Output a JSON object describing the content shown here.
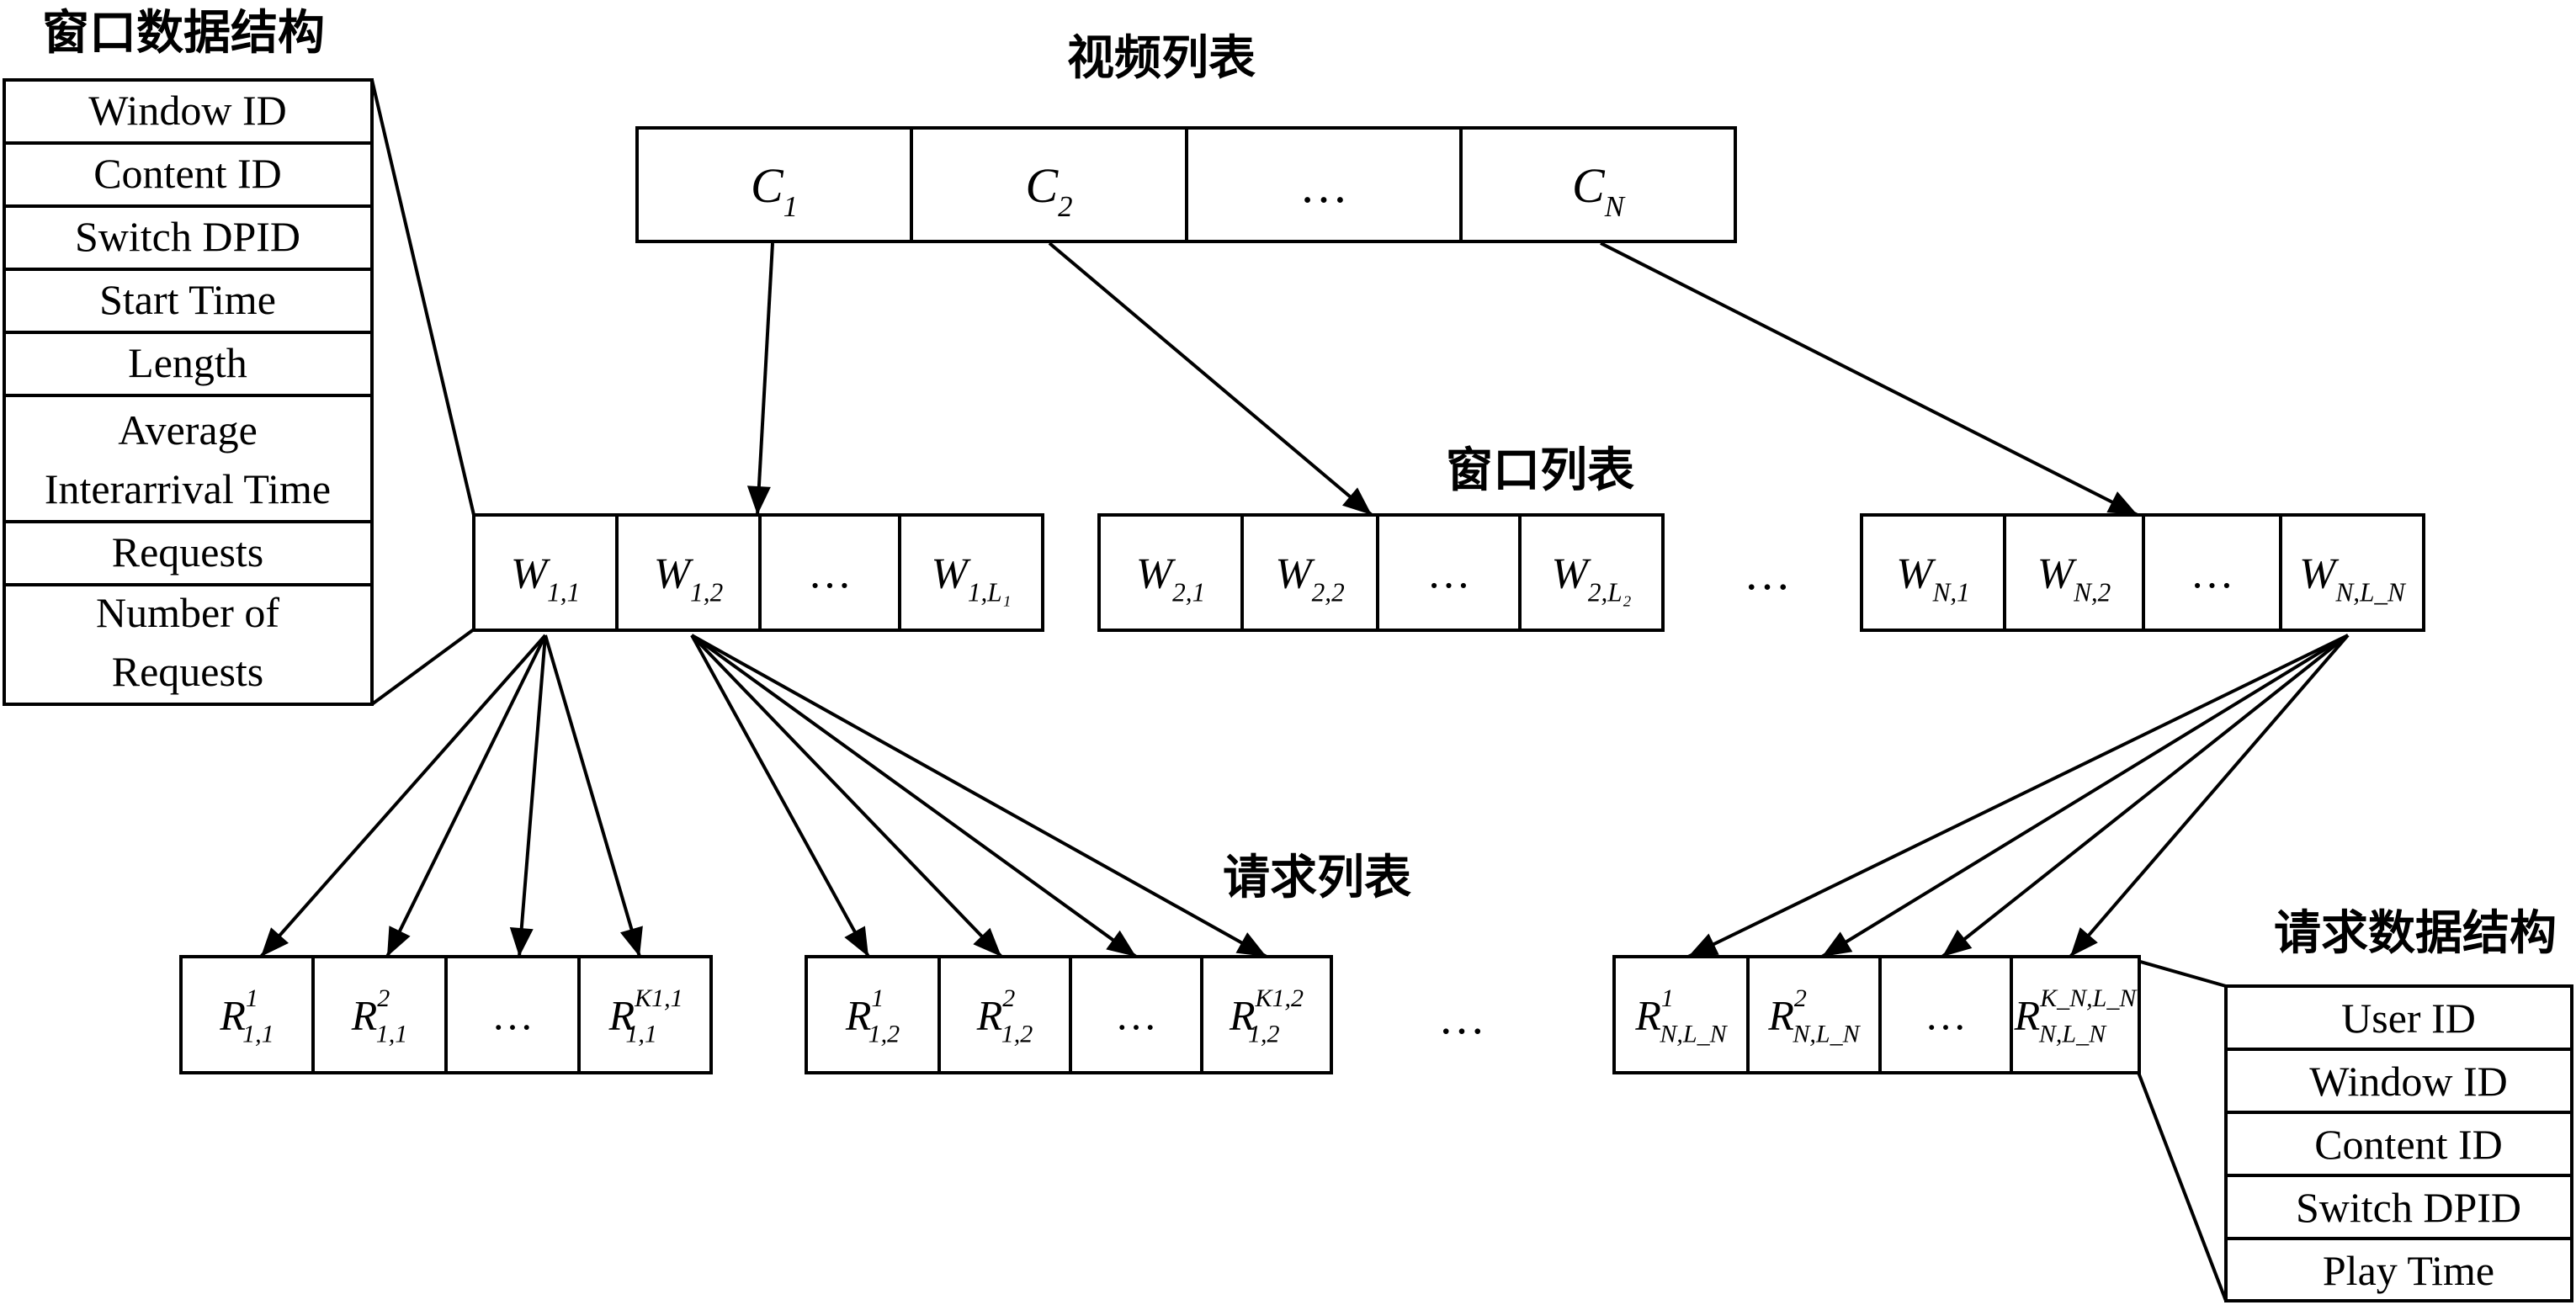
{
  "titles": {
    "video_list": "视频列表",
    "window_list": "窗口列表",
    "request_list": "请求列表",
    "window_struct": "窗口数据结构",
    "request_struct": "请求数据结构"
  },
  "window_struct_fields": [
    "Window ID",
    "Content ID",
    "Switch DPID",
    "Start Time",
    "Length",
    "Average",
    "Interarrival Time",
    "Requests",
    "Number of",
    "Requests"
  ],
  "request_struct_fields": [
    "User ID",
    "Window ID",
    "Content ID",
    "Switch DPID",
    "Play Time"
  ],
  "video_cells": [
    {
      "base": "C",
      "sub": "1",
      "sup": ""
    },
    {
      "base": "C",
      "sub": "2",
      "sup": ""
    },
    {
      "base": "…",
      "sub": "",
      "sup": ""
    },
    {
      "base": "C",
      "sub": "N",
      "sup": ""
    }
  ],
  "window_groups": [
    [
      {
        "base": "W",
        "sub": "1,1",
        "sup": ""
      },
      {
        "base": "W",
        "sub": "1,2",
        "sup": ""
      },
      {
        "base": "…",
        "sub": "",
        "sup": ""
      },
      {
        "base": "W",
        "sub": "1,L₁",
        "sup": ""
      }
    ],
    [
      {
        "base": "W",
        "sub": "2,1",
        "sup": ""
      },
      {
        "base": "W",
        "sub": "2,2",
        "sup": ""
      },
      {
        "base": "…",
        "sub": "",
        "sup": ""
      },
      {
        "base": "W",
        "sub": "2,L₂",
        "sup": ""
      }
    ],
    [
      {
        "base": "W",
        "sub": "N,1",
        "sup": ""
      },
      {
        "base": "W",
        "sub": "N,2",
        "sup": ""
      },
      {
        "base": "…",
        "sub": "",
        "sup": ""
      },
      {
        "base": "W",
        "sub": "N,L_N",
        "sup": ""
      }
    ]
  ],
  "request_groups": [
    [
      {
        "base": "R",
        "sub": "1,1",
        "sup": "1"
      },
      {
        "base": "R",
        "sub": "1,1",
        "sup": "2"
      },
      {
        "base": "…",
        "sub": "",
        "sup": ""
      },
      {
        "base": "R",
        "sub": "1,1",
        "sup": "K1,1"
      }
    ],
    [
      {
        "base": "R",
        "sub": "1,2",
        "sup": "1"
      },
      {
        "base": "R",
        "sub": "1,2",
        "sup": "2"
      },
      {
        "base": "…",
        "sub": "",
        "sup": ""
      },
      {
        "base": "R",
        "sub": "1,2",
        "sup": "K1,2"
      }
    ],
    [
      {
        "base": "R",
        "sub": "N,L_N",
        "sup": "1"
      },
      {
        "base": "R",
        "sub": "N,L_N",
        "sup": "2"
      },
      {
        "base": "…",
        "sub": "",
        "sup": ""
      },
      {
        "base": "R",
        "sub": "N,L_N",
        "sup": "K_N,L_N"
      }
    ]
  ],
  "ellipsis": "…"
}
